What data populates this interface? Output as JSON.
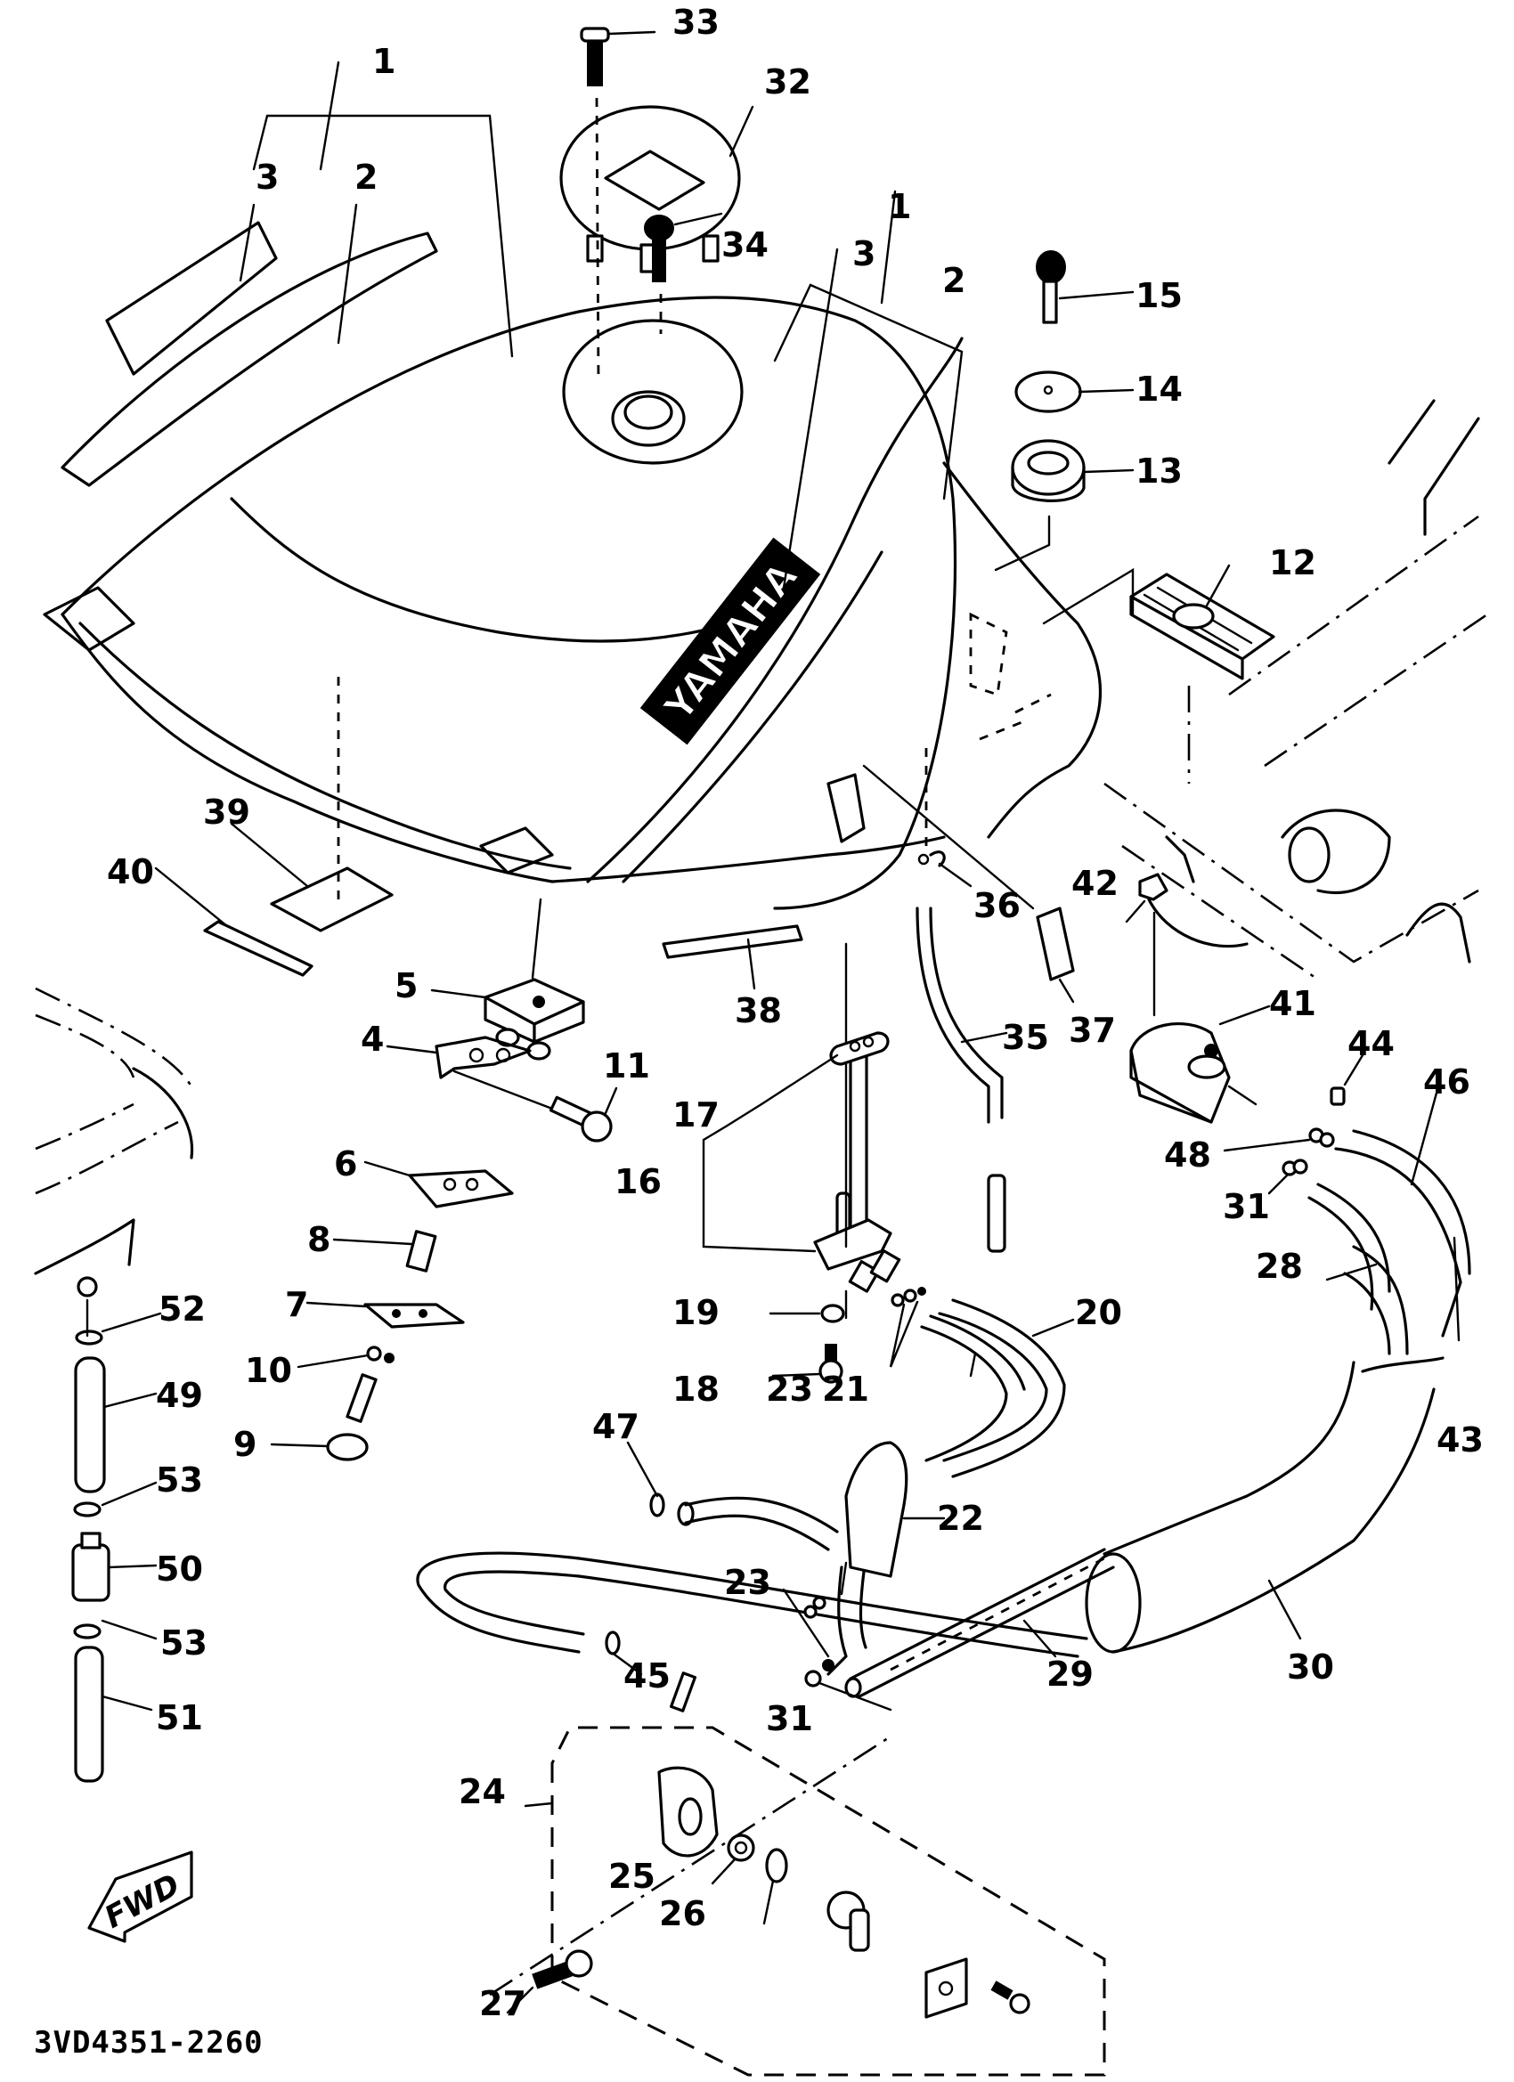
{
  "diagram": {
    "title": "Fuel Tank Exploded Parts Diagram",
    "brand_logo_text": "YAMAHA",
    "direction_indicator": "FWD",
    "drawing_code": "3VD4351-2260",
    "line_color": "#000000",
    "background_color": "#ffffff"
  },
  "callouts": [
    {
      "id": "c1a",
      "label": "1"
    },
    {
      "id": "c2a",
      "label": "2"
    },
    {
      "id": "c3a",
      "label": "3"
    },
    {
      "id": "c1b",
      "label": "1"
    },
    {
      "id": "c3b",
      "label": "3"
    },
    {
      "id": "c2b",
      "label": "2"
    },
    {
      "id": "c4",
      "label": "4"
    },
    {
      "id": "c5",
      "label": "5"
    },
    {
      "id": "c6",
      "label": "6"
    },
    {
      "id": "c7",
      "label": "7"
    },
    {
      "id": "c8",
      "label": "8"
    },
    {
      "id": "c9",
      "label": "9"
    },
    {
      "id": "c10",
      "label": "10"
    },
    {
      "id": "c11",
      "label": "11"
    },
    {
      "id": "c12",
      "label": "12"
    },
    {
      "id": "c13",
      "label": "13"
    },
    {
      "id": "c14",
      "label": "14"
    },
    {
      "id": "c15",
      "label": "15"
    },
    {
      "id": "c16",
      "label": "16"
    },
    {
      "id": "c17",
      "label": "17"
    },
    {
      "id": "c18",
      "label": "18"
    },
    {
      "id": "c19",
      "label": "19"
    },
    {
      "id": "c20",
      "label": "20"
    },
    {
      "id": "c21",
      "label": "21"
    },
    {
      "id": "c22",
      "label": "22"
    },
    {
      "id": "c23a",
      "label": "23"
    },
    {
      "id": "c23b",
      "label": "23"
    },
    {
      "id": "c24",
      "label": "24"
    },
    {
      "id": "c25",
      "label": "25"
    },
    {
      "id": "c26",
      "label": "26"
    },
    {
      "id": "c27",
      "label": "27"
    },
    {
      "id": "c28",
      "label": "28"
    },
    {
      "id": "c29",
      "label": "29"
    },
    {
      "id": "c30",
      "label": "30"
    },
    {
      "id": "c31a",
      "label": "31"
    },
    {
      "id": "c31b",
      "label": "31"
    },
    {
      "id": "c32",
      "label": "32"
    },
    {
      "id": "c33",
      "label": "33"
    },
    {
      "id": "c34",
      "label": "34"
    },
    {
      "id": "c35",
      "label": "35"
    },
    {
      "id": "c36",
      "label": "36"
    },
    {
      "id": "c37",
      "label": "37"
    },
    {
      "id": "c38",
      "label": "38"
    },
    {
      "id": "c39",
      "label": "39"
    },
    {
      "id": "c40",
      "label": "40"
    },
    {
      "id": "c41",
      "label": "41"
    },
    {
      "id": "c42",
      "label": "42"
    },
    {
      "id": "c43",
      "label": "43"
    },
    {
      "id": "c44",
      "label": "44"
    },
    {
      "id": "c45",
      "label": "45"
    },
    {
      "id": "c46",
      "label": "46"
    },
    {
      "id": "c47",
      "label": "47"
    },
    {
      "id": "c48",
      "label": "48"
    },
    {
      "id": "c49",
      "label": "49"
    },
    {
      "id": "c50",
      "label": "50"
    },
    {
      "id": "c51",
      "label": "51"
    },
    {
      "id": "c52",
      "label": "52"
    },
    {
      "id": "c53a",
      "label": "53"
    },
    {
      "id": "c53b",
      "label": "53"
    }
  ]
}
